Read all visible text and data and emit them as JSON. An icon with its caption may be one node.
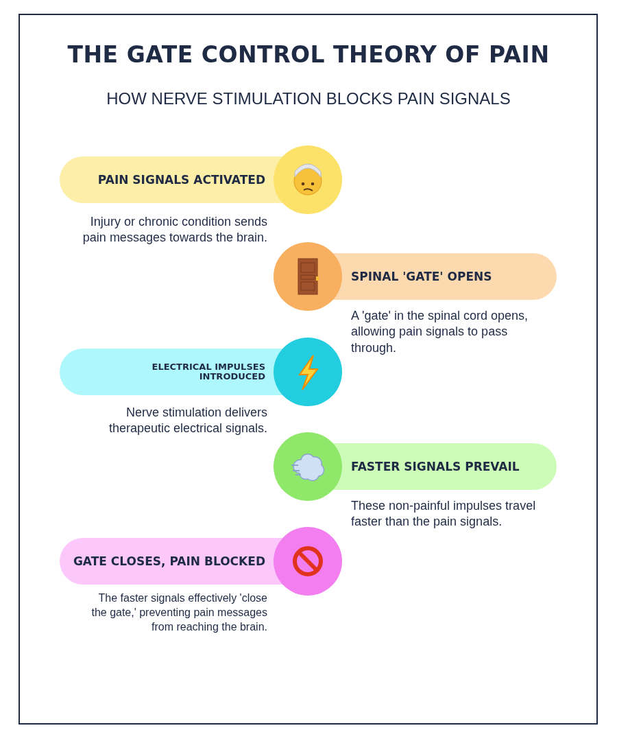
{
  "diagram": {
    "title": "THE GATE CONTROL THEORY OF PAIN",
    "caption": "HOW NERVE STIMULATION BLOCKS PAIN SIGNALS",
    "nodes": [
      {
        "text": [
          "PAIN SIGNALS ACTIVATED"
        ],
        "beside": [
          "Injury or chronic condition sends pain messages towards the brain."
        ]
      },
      {
        "text": [
          "SPINAL 'GATE' OPENS"
        ],
        "beside": [
          "A 'gate' in the spinal cord opens, allowing pain signals to pass through."
        ]
      },
      {
        "text": [
          "ELECTRICAL IMPULSES INTRODUCED"
        ],
        "beside": [
          "Nerve stimulation delivers therapeutic electrical signals."
        ]
      },
      {
        "text": [
          "FASTER SIGNALS PREVAIL"
        ],
        "beside": [
          "These non-painful impulses travel faster than the pain signals."
        ]
      },
      {
        "text": [
          "GATE CLOSES, PAIN BLOCKED"
        ],
        "beside": [
          "The faster signals effectively 'close the gate,' preventing pain messages from reaching the brain."
        ]
      }
    ]
  }
}
